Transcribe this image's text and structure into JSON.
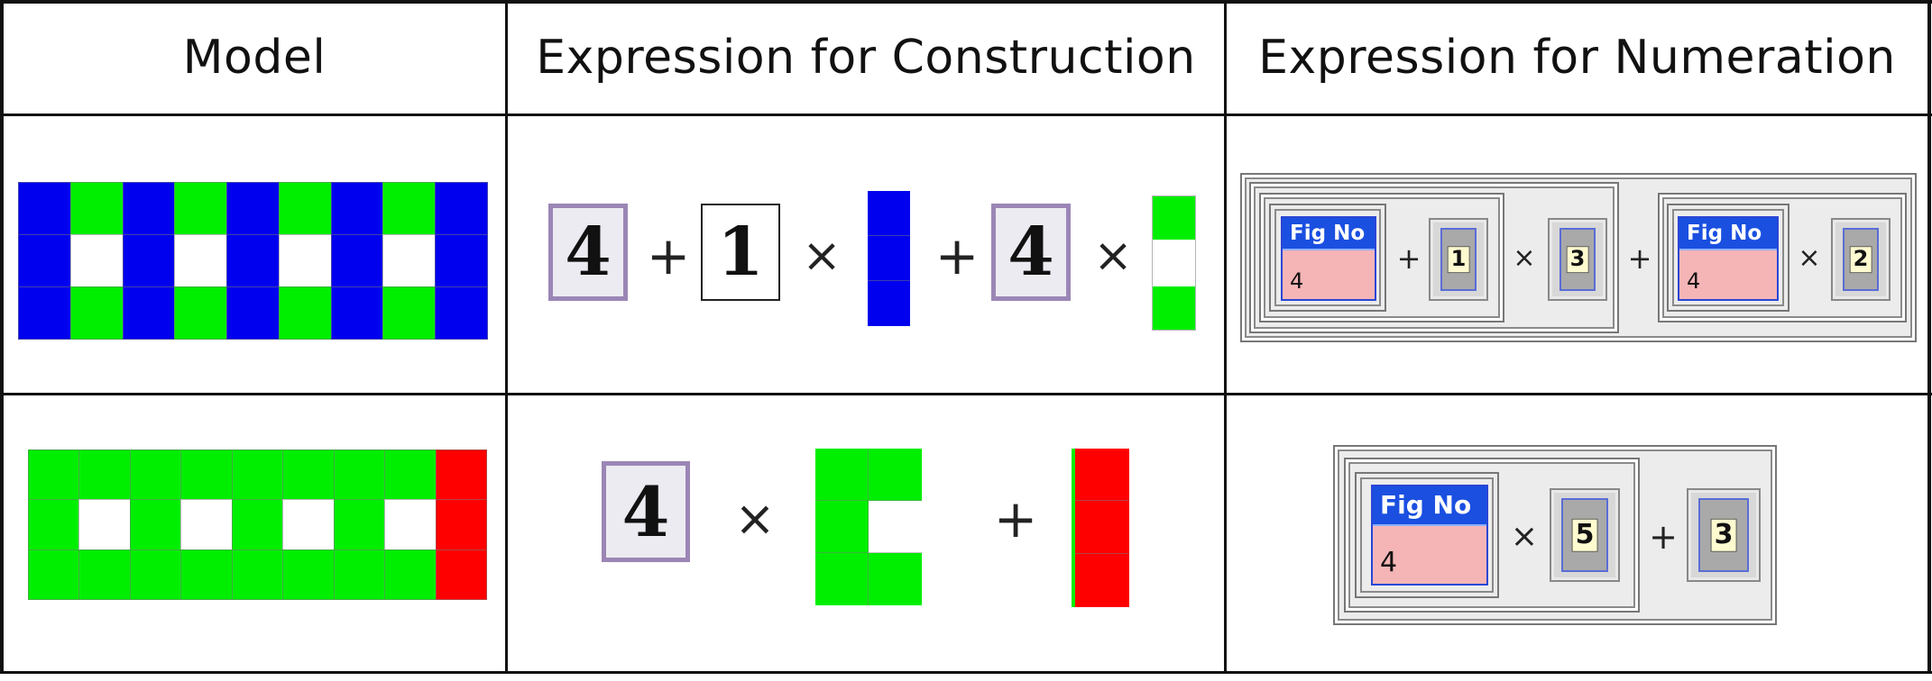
{
  "headers": {
    "model": "Model",
    "construction": "Expression for Construction",
    "numeration": "Expression for Numeration"
  },
  "colors": {
    "blue": "#0000ee",
    "green": "#00ee00",
    "red": "#ff0000",
    "white": "#ffffff",
    "var_border": "#9b86b6",
    "fig_title": "#1a4fe0",
    "fig_body": "#f5b5b7"
  },
  "row1": {
    "model_grid": [
      [
        "blue",
        "green",
        "blue",
        "green",
        "blue",
        "green",
        "blue",
        "green",
        "blue"
      ],
      [
        "blue",
        "white",
        "blue",
        "white",
        "blue",
        "white",
        "blue",
        "white",
        "blue"
      ],
      [
        "blue",
        "green",
        "blue",
        "green",
        "blue",
        "green",
        "blue",
        "green",
        "blue"
      ]
    ],
    "construction": {
      "var1": "4",
      "op1": "+",
      "const1": "1",
      "op2": "×",
      "op3": "+",
      "var2": "4",
      "op4": "×"
    },
    "numeration": {
      "fig1_title": "Fig No",
      "fig1_value": "4",
      "op1": "+",
      "digit1": "1",
      "op2": "×",
      "digit2": "3",
      "op3": "+",
      "fig2_title": "Fig No",
      "fig2_value": "4",
      "op4": "×",
      "digit3": "2"
    }
  },
  "row2": {
    "model_grid": [
      [
        "green",
        "green",
        "green",
        "green",
        "green",
        "green",
        "green",
        "green",
        "red"
      ],
      [
        "green",
        "white",
        "green",
        "white",
        "green",
        "white",
        "green",
        "white",
        "red"
      ],
      [
        "green",
        "green",
        "green",
        "green",
        "green",
        "green",
        "green",
        "green",
        "red"
      ]
    ],
    "construction": {
      "var1": "4",
      "op1": "×",
      "op2": "+"
    },
    "numeration": {
      "fig_title": "Fig No",
      "fig_value": "4",
      "op1": "×",
      "digit1": "5",
      "op2": "+",
      "digit2": "3"
    }
  }
}
